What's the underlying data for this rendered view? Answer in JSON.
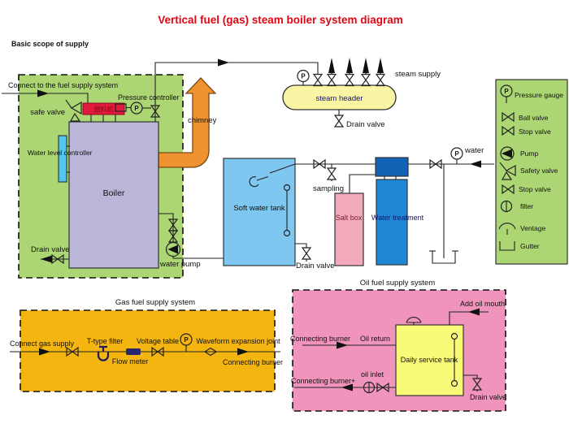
{
  "title": "Vertical fuel (gas) steam boiler system diagram",
  "gauge_letter": "P",
  "burner_unit_text": "燃料机",
  "palette": {
    "title_red": "#e30613",
    "scope_green": "#abd673",
    "boiler_lavender": "#bab6d8",
    "burner_red": "#e11b3c",
    "chimney_orange": "#f0922f",
    "steam_header_yellow": "#f9f5a5",
    "soft_water_blue": "#7ec7f0",
    "salt_box_pink": "#f3aaba",
    "water_treatment_blue": "#1e88d6",
    "water_treatment_header_blue": "#1163b5",
    "water_level_cyan": "#53c6f0",
    "gas_box_orange": "#f4b511",
    "oil_box_pink": "#f094bc",
    "service_tank_yellow": "#fafa79"
  },
  "boiler_system": {
    "scope_label": "Basic scope of supply",
    "connect_fuel_label": "Connect to the fuel supply system",
    "safe_valve_label": "safe valve",
    "pressure_controller_label": "Pressure controller",
    "water_level_controller_label": "Water level controller",
    "boiler_label": "Boiler",
    "drain_valve_label": "Drain valve",
    "water_pump_label": "water pump",
    "chimney_label": "chimney"
  },
  "steam_circuit": {
    "header_label": "steam header",
    "supply_label": "steam supply",
    "drain_valve_label": "Drain valve"
  },
  "water_circuit": {
    "soft_water_tank_label": "Soft water tank",
    "drain_valve_label": "Drain valve",
    "sampling_label": "sampling",
    "salt_box_label": "Salt box",
    "water_treatment_label": "Water treatment",
    "water_inlet_label": "water"
  },
  "legend": {
    "items": [
      {
        "icon": "pressure-gauge-icon",
        "label": "Pressure gauge"
      },
      {
        "icon": "ball-valve-icon",
        "label": "Ball valve"
      },
      {
        "icon": "stop-valve-icon",
        "label": "Stop valve"
      },
      {
        "icon": "pump-icon",
        "label": "Pump"
      },
      {
        "icon": "safety-valve-icon",
        "label": "Safety valve"
      },
      {
        "icon": "stop-valve-icon",
        "label": "Stop valve"
      },
      {
        "icon": "filter-icon",
        "label": "filter"
      },
      {
        "icon": "ventage-icon",
        "label": "Ventage"
      },
      {
        "icon": "gutter-icon",
        "label": "Gutter"
      }
    ]
  },
  "gas_system": {
    "title": "Gas fuel supply system",
    "connect_gas_label": "Connect gas supply",
    "t_type_filter_label": "T-type filter",
    "flow_meter_label": "Flow meter",
    "voltage_table_label": "Voltage table",
    "waveform_joint_label": "Waveform expansion joint",
    "connecting_burner_label": "Connecting burner"
  },
  "oil_system": {
    "title": "Oil fuel supply system",
    "add_oil_mouth_label": "Add oil mouth",
    "connecting_burner_label": "Connecting burner",
    "oil_return_label": "Oil return",
    "daily_service_tank_label": "Daily service tank",
    "connecting_burner_plus_label": "Connecting burner+",
    "oil_inlet_label": "oil inlet",
    "drain_valve_label": "Drain valve"
  }
}
